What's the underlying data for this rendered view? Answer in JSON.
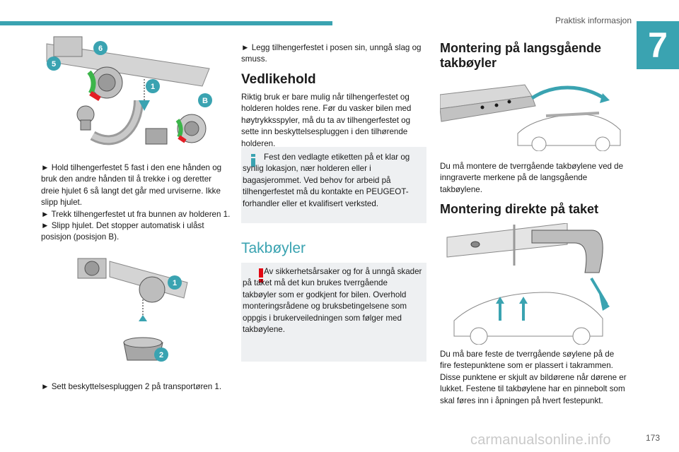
{
  "header": {
    "section_title": "Praktisk informasjon",
    "chapter_number": "7",
    "page_number": "173",
    "watermark": "carmanualsonline.info"
  },
  "col1": {
    "figure1_labels": [
      "5",
      "6",
      "1",
      "B"
    ],
    "step1": "► Hold tilhengerfestet 5 fast i den ene hånden og bruk den andre hånden til å trekke i og deretter dreie hjulet 6 så langt det går med urviserne. Ikke slipp hjulet.",
    "step2": "► Trekk tilhengerfestet ut fra bunnen av holderen 1.",
    "step3": "► Slipp hjulet. Det stopper automatisk i ulåst posisjon (posisjon B).",
    "figure2_labels": [
      "1",
      "2"
    ],
    "step4": "► Sett beskyttelsespluggen 2 på transportøren 1."
  },
  "col2": {
    "step5": "► Legg tilhengerfestet i posen sin, unngå slag og smuss.",
    "heading_maintenance": "Vedlikehold",
    "maintenance_text": "Riktig bruk er bare mulig når tilhengerfestet og holderen holdes rene. Før du vasker bilen med høytrykksspyler, må du ta av tilhengerfestet og sette inn beskyttelsespluggen i den tilhørende holderen.",
    "info_note": "Fest den vedlagte etiketten på et klar og synlig lokasjon, nær holderen eller i bagasjerommet. Ved behov for arbeid på tilhengerfestet må du kontakte en PEUGEOT-forhandler eller et kvalifisert verksted.",
    "heading_roofbars": "Takbøyler",
    "warning_note": "Av sikkerhetsårsaker og for å unngå skader på taket må det kun brukes tverrgående takbøyler som er godkjent for bilen. Overhold monteringsrådene og bruksbetingelsene som oppgis i brukerveiledningen som følger med takbøylene."
  },
  "col3": {
    "heading_longitudinal": "Montering på langsgående takbøyler",
    "longitudinal_text": "Du må montere de tverrgående takbøylene ved de inngraverte merkene på de langsgående takbøylene.",
    "heading_direct": "Montering direkte på taket",
    "direct_text": "Du må bare feste de tverrgående søylene på de fire festepunktene som er plassert i takrammen. Disse punktene er skjult av bildørene når dørene er lukket. Festene til takbøylene har en pinnebolt som skal føres inn i åpningen på hvert festepunkt."
  },
  "colors": {
    "accent": "#3aa3b1",
    "note_bg": "#eef0f2",
    "warning": "#e30613",
    "info": "#3aa3b1",
    "highlight_green": "#3cb54a",
    "highlight_red": "#e41e25"
  }
}
